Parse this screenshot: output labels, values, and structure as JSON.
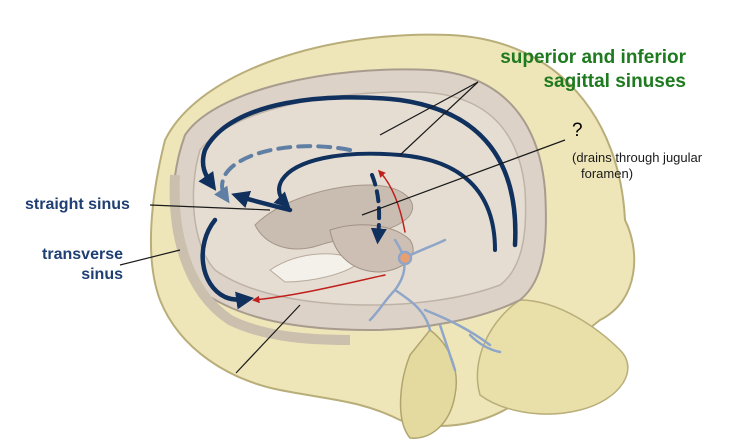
{
  "labels": {
    "sagittal_line1": "superior and inferior",
    "sagittal_line2": "sagittal sinuses",
    "question_mark": "?",
    "jugular_line1": "(drains through jugular",
    "jugular_line2": "foramen)",
    "straight_sinus": "straight sinus",
    "transverse_line1": "transverse",
    "transverse_line2": "sinus"
  },
  "colors": {
    "label_green": "#1e7a1e",
    "label_blue": "#1f3f72",
    "arrow_dark_blue": "#10305e",
    "arrow_light_blue": "#5f7fa4",
    "arrow_red": "#c0201c",
    "bone": "#eee6b8",
    "dura": "#d8cdc2"
  }
}
